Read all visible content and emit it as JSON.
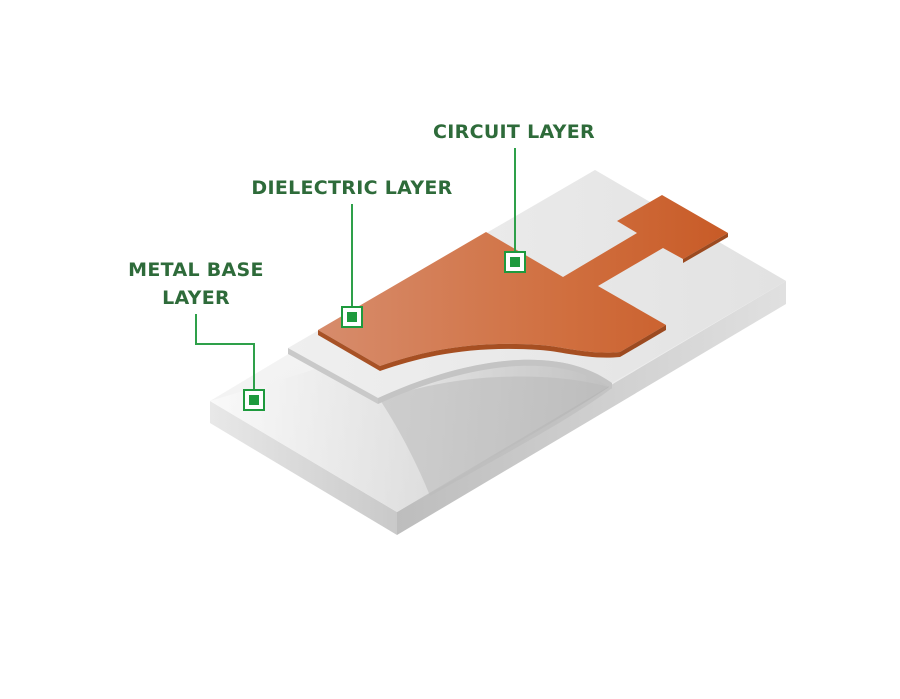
{
  "colors": {
    "label_green": "#2e6b3a",
    "leader_green": "#2ea04a",
    "marker_green": "#1e9a3d",
    "copper_light": "#d8896a",
    "copper_dark": "#c55d2a",
    "dielectric": "#e9e9e9",
    "metal_top": "#f2f2f2",
    "metal_front": "#d6d6d6",
    "metal_side": "#a9a9a9"
  },
  "labels": {
    "circuit": {
      "lines": [
        "CIRCUIT LAYER"
      ]
    },
    "dielectric": {
      "lines": [
        "DIELECTRIC LAYER"
      ]
    },
    "metal_base": {
      "lines": [
        "METAL BASE",
        "LAYER"
      ]
    }
  }
}
